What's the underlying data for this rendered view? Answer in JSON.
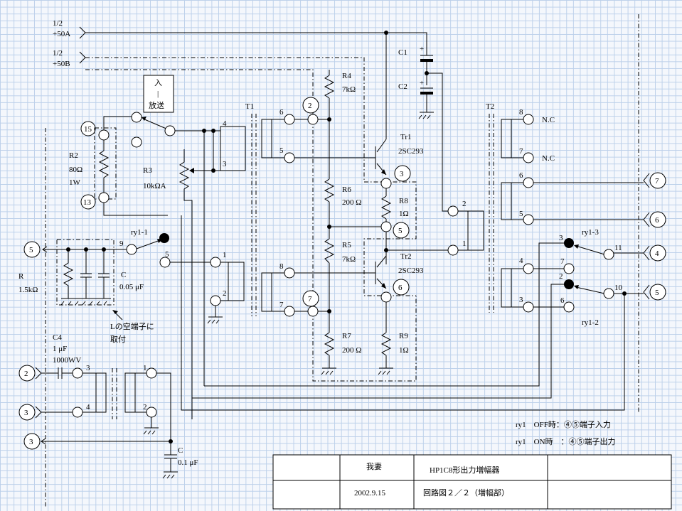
{
  "title_block": {
    "author": "我妻",
    "date": "2002.9.15",
    "title": "HP1C8形出力増幅器",
    "subtitle": "回路図２／２（増幅部）"
  },
  "supplies": [
    {
      "label_top": "1/2",
      "label_bottom": "+50A"
    },
    {
      "label_top": "1/2",
      "label_bottom": "+50B"
    }
  ],
  "terminals": [
    "15",
    "13",
    "2",
    "3",
    "5",
    "6",
    "7",
    "7",
    "6",
    "4",
    "5",
    "5",
    "2",
    "3",
    "3"
  ],
  "switch_box": [
    "入",
    "|",
    "放送"
  ],
  "components": {
    "R2": {
      "name": "R2",
      "values": [
        "80Ω",
        "1W"
      ]
    },
    "R3": {
      "name": "R3",
      "value": "10kΩA"
    },
    "R4": {
      "name": "R4",
      "value": "7kΩ"
    },
    "R5": {
      "name": "R5",
      "value": "7kΩ"
    },
    "R6": {
      "name": "R6",
      "value": "200 Ω"
    },
    "R7": {
      "name": "R7",
      "value": "200 Ω"
    },
    "R8": {
      "name": "R8",
      "value": "1Ω"
    },
    "R9": {
      "name": "R9",
      "value": "1Ω"
    },
    "C1": "C1",
    "C2": "C2",
    "Tr1": {
      "name": "Tr1",
      "type": "2SC293"
    },
    "Tr2": {
      "name": "Tr2",
      "type": "2SC293"
    },
    "R": {
      "name": "R",
      "value": "1.5kΩ"
    },
    "C": {
      "name": "C",
      "value": "0.05 μF"
    },
    "C4": {
      "name": "C4",
      "values": [
        "1 μF",
        "1000WV"
      ]
    },
    "Cout": {
      "name": "C",
      "value": "0.1 μF"
    },
    "T1": "T1",
    "T2": "T2",
    "ry1_1": "ry1-1",
    "ry1_2": "ry1-2",
    "ry1_3": "ry1-3"
  },
  "pins": {
    "sw_4": "4",
    "sw_3": "3",
    "t1_6": "6",
    "t1_5": "5",
    "t1_8": "8",
    "t1_7": "7",
    "t1in_1": "1",
    "t1in_2": "2",
    "ry_9": "9",
    "ry_5": "5",
    "t2_8": "8",
    "t2_7": "7",
    "t2_6": "6",
    "t2_5": "5",
    "t2_4": "4",
    "t2_3": "3",
    "t2_2": "2",
    "t2_1": "1",
    "r13_3": "3",
    "r13_7": "7",
    "r12_2": "2",
    "r12_6": "6",
    "r_11": "11",
    "r_10": "10",
    "ti_3": "3",
    "ti_4": "4",
    "to_1": "1",
    "to_2": "2"
  },
  "nc": [
    "N.C",
    "N.C"
  ],
  "note_lc": [
    "Lの空端子に",
    "取付"
  ],
  "notes": [
    "ry1　OFF時：④⑤端子入力",
    "ry1　ON時　：④⑤端子出力"
  ]
}
